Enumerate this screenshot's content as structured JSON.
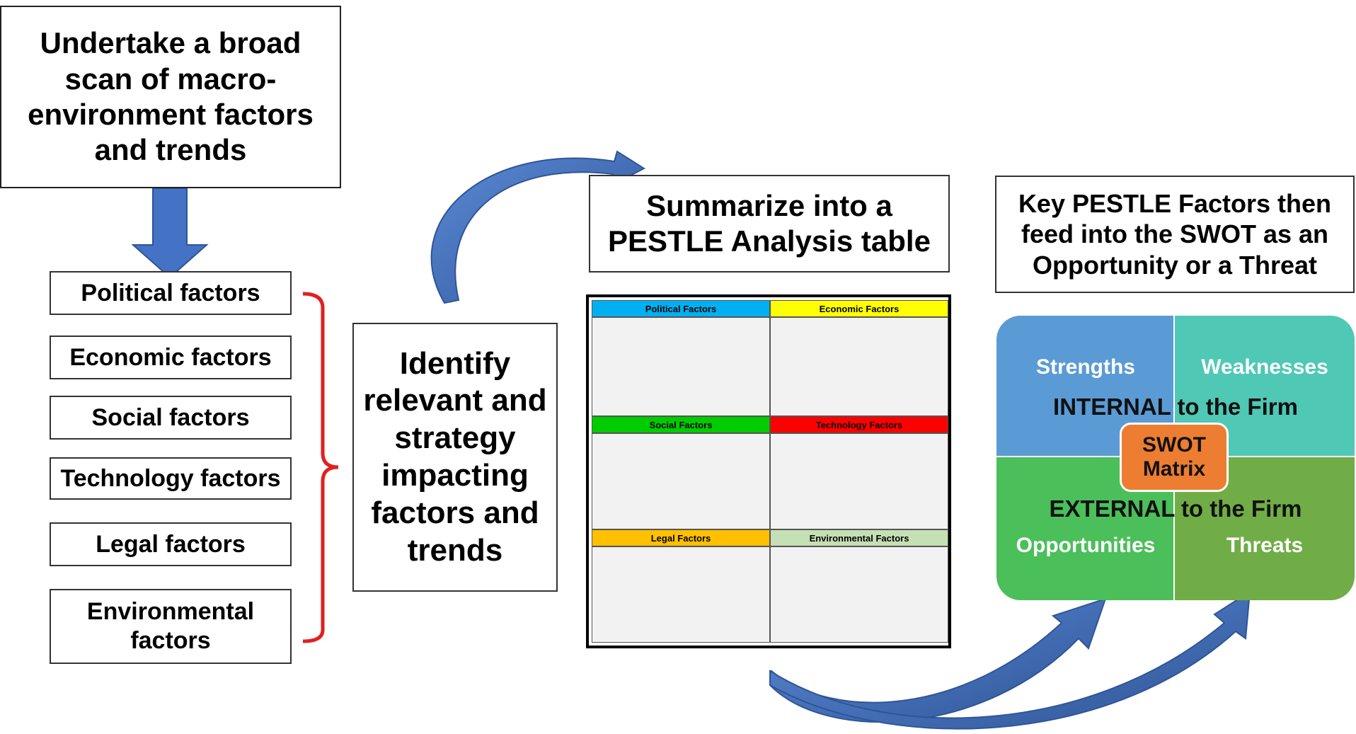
{
  "steps": {
    "scan": "Undertake a broad scan of macro-environment factors and trends",
    "identify": "Identify relevant and strategy impacting factors and trends",
    "summarize": "Summarize into a PESTLE Analysis table",
    "feed": "Key PESTLE Factors then feed into the SWOT as an Opportunity or a Threat"
  },
  "factors": [
    "Political factors",
    "Economic factors",
    "Social factors",
    "Technology factors",
    "Legal factors",
    "Environmental factors"
  ],
  "pestle_table": {
    "cells": [
      {
        "label": "Political Factors",
        "color": "#00b0f0"
      },
      {
        "label": "Economic Factors",
        "color": "#ffff00"
      },
      {
        "label": "Social Factors",
        "color": "#00cc00"
      },
      {
        "label": "Technology Factors",
        "color": "#ff0000"
      },
      {
        "label": "Legal Factors",
        "color": "#ffc000"
      },
      {
        "label": "Environmental Factors",
        "color": "#c5e0b4"
      }
    ]
  },
  "swot": {
    "strengths": "Strengths",
    "weaknesses": "Weaknesses",
    "opportunities": "Opportunities",
    "threats": "Threats",
    "internal": "INTERNAL to the Firm",
    "external": "EXTERNAL to the Firm",
    "center": "SWOT Matrix",
    "colors": {
      "strengths": "#5b9bd5",
      "weaknesses": "#4fc8b5",
      "opportunities": "#4bbf5a",
      "threats": "#70ad47",
      "center": "#ed7d31"
    }
  },
  "colors": {
    "arrow": "#4472c4",
    "bracket": "#e02020"
  }
}
